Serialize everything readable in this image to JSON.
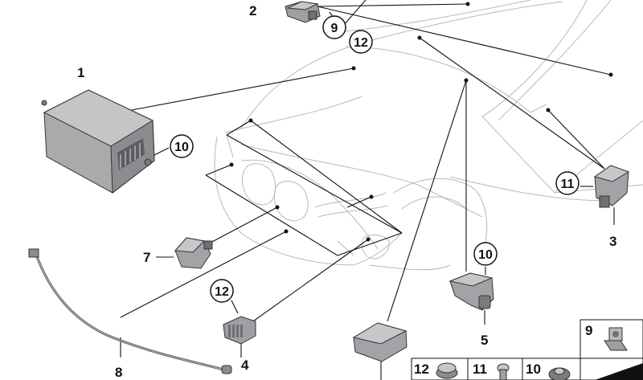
{
  "callouts": {
    "c1": "1",
    "c2": "2",
    "c3": "3",
    "c4": "4",
    "c5": "5",
    "c7": "7",
    "c8": "8",
    "c9": "9",
    "c10a": "10",
    "c10b": "10",
    "c11": "11",
    "c12a": "12",
    "c12b": "12"
  },
  "legend": {
    "box9": "9",
    "box12": "12",
    "box11": "11",
    "box10": "10"
  },
  "colors": {
    "line": "#111111",
    "car": "#b9b9b9",
    "part_fill": "#a9aaac",
    "part_dark": "#6f7073"
  }
}
